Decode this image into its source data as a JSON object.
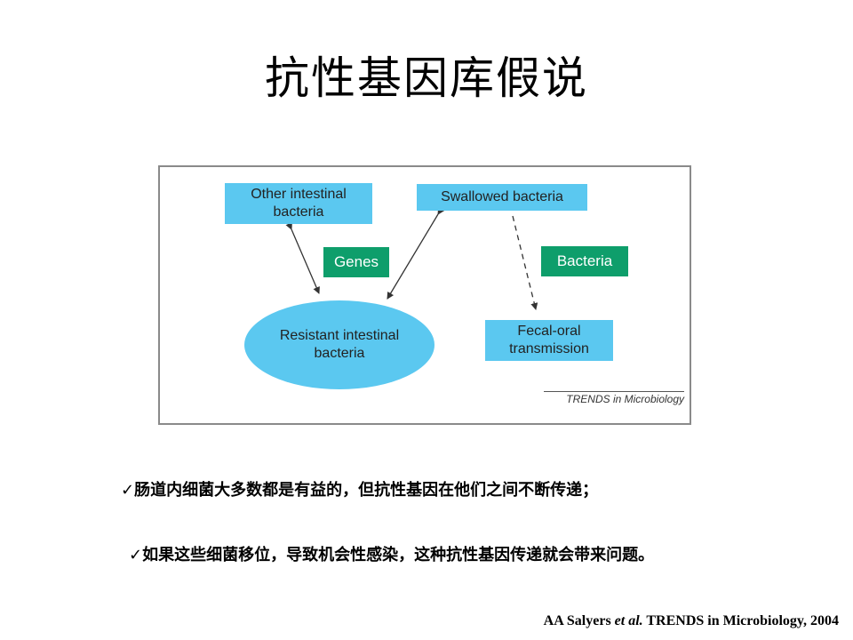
{
  "slide": {
    "title": "抗性基因库假说"
  },
  "diagram": {
    "nodes": {
      "other_intestinal": "Other intestinal\nbacteria",
      "swallowed": "Swallowed bacteria",
      "genes": "Genes",
      "bacteria": "Bacteria",
      "resistant": "Resistant intestinal\nbacteria",
      "fecal_oral": "Fecal-oral\ntransmission"
    },
    "credit": "TRENDS in Microbiology"
  },
  "bullets": {
    "mark": "✓",
    "items": [
      "肠道内细菌大多数都是有益的，但抗性基因在他们之间不断传递；",
      "如果这些细菌移位，导致机会性感染，这种抗性基因传递就会带来问题。"
    ]
  },
  "citation": {
    "authors": "AA Salyers",
    "etal": "et al.",
    "rest": " TRENDS in Microbiology, 2004"
  },
  "colors": {
    "node_blue": "#5bc8f0",
    "node_green": "#0e9e6b"
  }
}
